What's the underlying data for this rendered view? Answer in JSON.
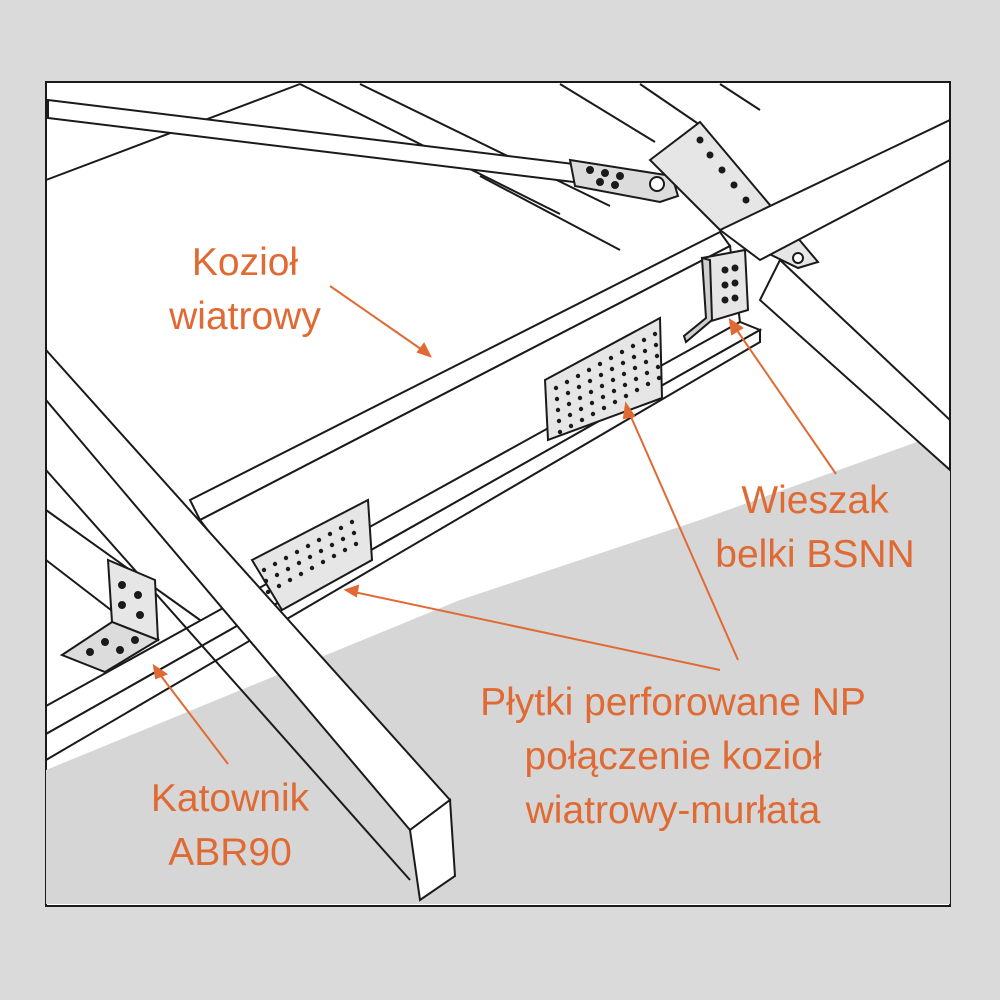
{
  "colors": {
    "background": "#dadada",
    "panel": "#ffffff",
    "floor": "#d6d6d6",
    "timber": "#ffffff",
    "outline": "#1a1a1a",
    "metal": "#dcdcdc",
    "accent": "#e06a33"
  },
  "labels": {
    "koziol": [
      "Kozioł",
      "wiatrowy"
    ],
    "wieszak": [
      "Wieszak",
      "belki BSNN"
    ],
    "plytki": [
      "Płytki perforowane NP",
      "połączenie kozioł",
      "wiatrowy-murłata"
    ],
    "katownik": [
      "Katownik",
      "ABR90"
    ]
  }
}
